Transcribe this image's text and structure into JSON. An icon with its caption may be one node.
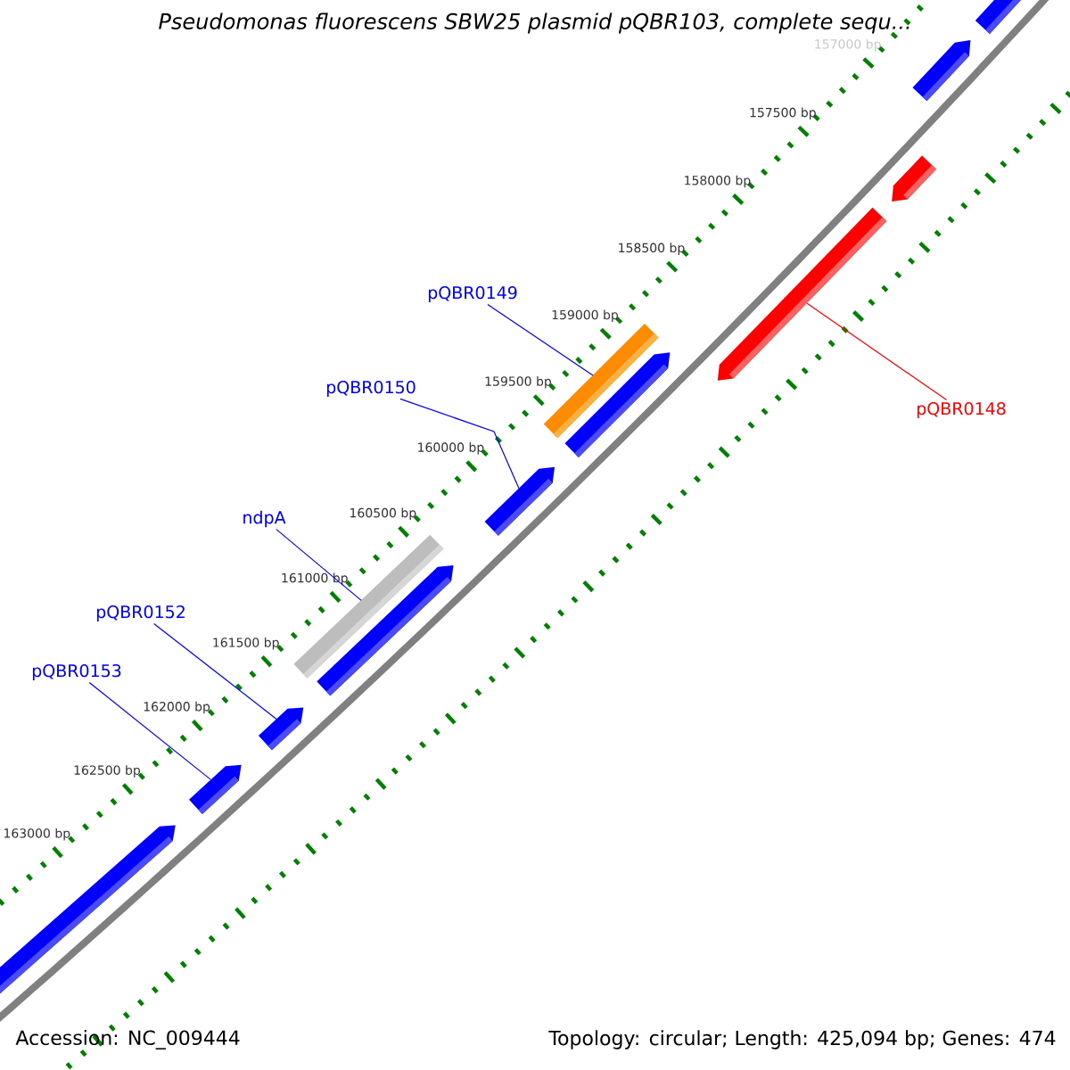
{
  "diagram": {
    "title": "Pseudomonas fluorescens SBW25 plasmid pQBR103, complete sequ...",
    "nodes": [
      {
        "text": [
          "pQBR0149"
        ]
      },
      {
        "text": [
          "pQBR0150"
        ]
      },
      {
        "text": [
          "ndpA"
        ]
      },
      {
        "text": [
          "pQBR0152"
        ]
      },
      {
        "text": [
          "pQBR0153"
        ]
      },
      {
        "text": [
          "pQBR0148"
        ]
      },
      {
        "text": [],
        "shape": "bar"
      },
      {
        "text": [],
        "shape": "bar"
      },
      {
        "text": [],
        "shape": "bar"
      },
      {
        "text": [],
        "shape": "bar"
      },
      {
        "text": [],
        "shape": "bar"
      },
      {
        "text": [],
        "shape": "bar"
      },
      {
        "text": [],
        "shape": "bar"
      },
      {
        "text": [],
        "shape": "bar"
      },
      {
        "text": [],
        "shape": "bar"
      },
      {
        "text": [],
        "shape": "bar"
      },
      {
        "text": [],
        "shape": "bar"
      },
      {
        "text": [],
        "shape": "bar"
      }
    ],
    "edges": [
      {
        "from": 0,
        "to": 10,
        "arrow": "none"
      },
      {
        "from": 1,
        "to": 12,
        "arrow": "none"
      },
      {
        "from": 2,
        "to": 13,
        "arrow": "none"
      },
      {
        "from": 3,
        "to": 15,
        "arrow": "none"
      },
      {
        "from": 4,
        "to": 16,
        "arrow": "none"
      },
      {
        "from": 5,
        "to": 9,
        "arrow": "none",
        "color": "#ff0000"
      }
    ],
    "labels": [
      "157000 bp",
      "157500 bp",
      "158000 bp",
      "158500 bp",
      "159000 bp",
      "159500 bp",
      "160000 bp",
      "160500 bp",
      "161000 bp",
      "161500 bp",
      "162000 bp",
      "162500 bp",
      "163000 bp",
      "Accession: NC_009444",
      "Topology: circular; Length: 425,094 bp; Genes: 474"
    ]
  }
}
